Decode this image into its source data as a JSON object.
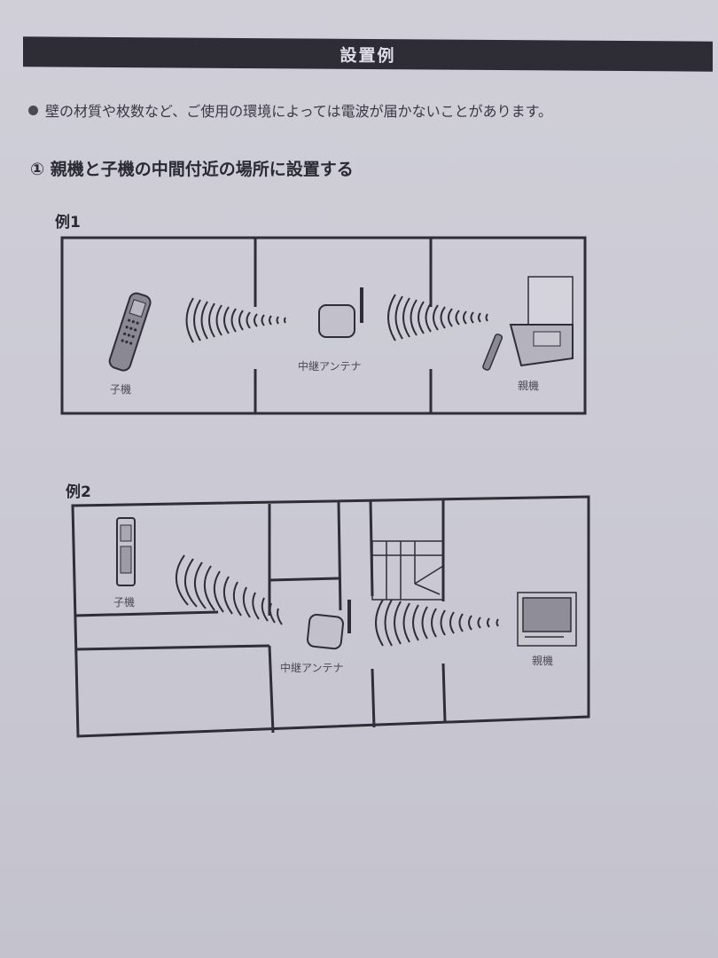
{
  "header": {
    "title": "設置例"
  },
  "note": {
    "text": "壁の材質や枚数など、ご使用の環境によっては電波が届かないことがあります。"
  },
  "section": {
    "heading": "① 親機と子機の中間付近の場所に設置する"
  },
  "examples": [
    {
      "label": "例1",
      "devices": {
        "handset": "子機",
        "repeater": "中継アンテナ",
        "base": "親機"
      }
    },
    {
      "label": "例2",
      "devices": {
        "handset": "子機",
        "repeater": "中継アンテナ",
        "base": "親機"
      }
    }
  ],
  "colors": {
    "header_bg": "#2e2d36",
    "header_text": "#dedce6",
    "background": "#cbcad4",
    "line": "#2f2e36"
  }
}
